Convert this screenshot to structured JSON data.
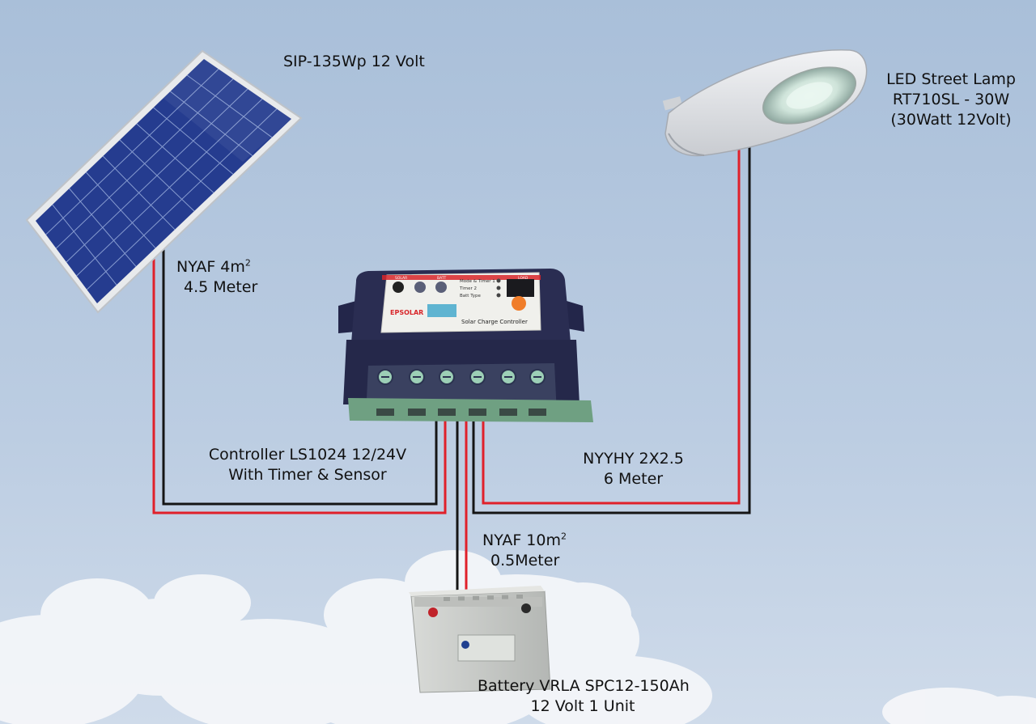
{
  "colors": {
    "sky_top": "#a9bfd9",
    "sky_bottom": "#cfdbea",
    "wire_positive": "#e0202a",
    "wire_negative": "#151515",
    "panel_cell": "#233a8c",
    "controller_body": "#2a2d52",
    "terminal_block": "#6fa082",
    "battery_case": "#c9cbc8",
    "lamp_body": "#e4e6e8"
  },
  "solar_panel": {
    "label": "SIP-135Wp 12 Volt",
    "icon": "solar-panel-icon"
  },
  "street_lamp": {
    "line1": "LED Street Lamp",
    "line2": "RT710SL - 30W",
    "line3": "(30Watt 12Volt)",
    "icon": "street-lamp-icon"
  },
  "cable_panel": {
    "line1_prefix": "NYAF 4m",
    "line1_sup": "2",
    "line2": "4.5 Meter"
  },
  "controller": {
    "line1": "Controller LS1024 12/24V",
    "line2": "With Timer & Sensor",
    "icon": "charge-controller-icon",
    "face_brand": "EPSOLAR",
    "face_title": "Solar Charge Controller",
    "face_top_labels": [
      "Mode & Timer 1",
      "Timer 2",
      "Batt Type"
    ],
    "face_section_labels": [
      "SOLAR",
      "BATT",
      "LOAD"
    ]
  },
  "cable_lamp": {
    "line1": "NYYHY 2X2.5",
    "line2": "6 Meter"
  },
  "cable_battery": {
    "line1_prefix": "NYAF 10m",
    "line1_sup": "2",
    "line2": "0.5Meter"
  },
  "battery": {
    "line1": "Battery VRLA SPC12-150Ah",
    "line2": "12 Volt 1 Unit",
    "icon": "battery-icon"
  }
}
